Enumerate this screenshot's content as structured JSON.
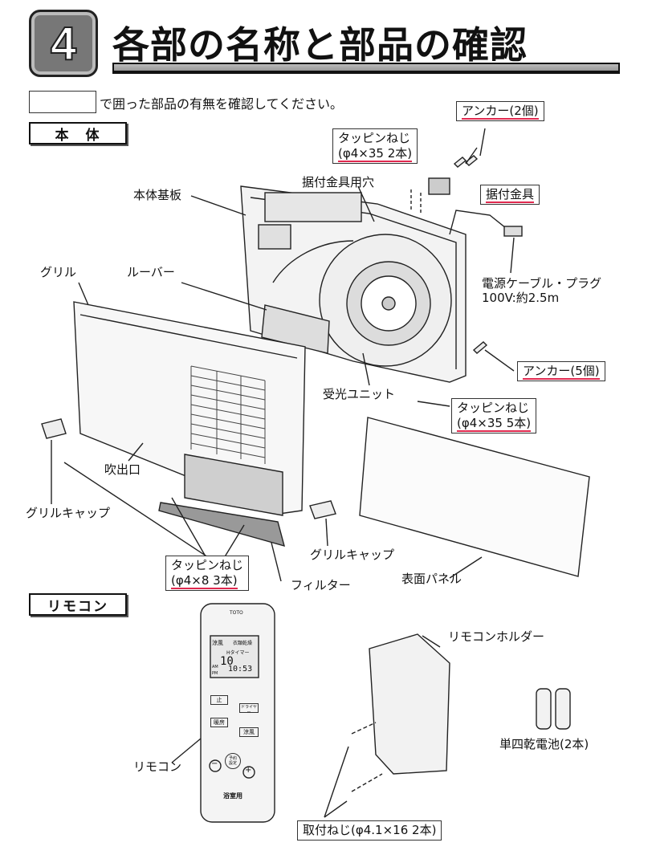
{
  "header": {
    "step_number": "4",
    "title": "各部の名称と部品の確認"
  },
  "intro": "で囲った部品の有無を確認してください。",
  "sections": {
    "body": "本　体",
    "remote": "リモコン"
  },
  "labels": {
    "anchor_2": "アンカー(2個)",
    "tapping_screw_a_line1": "タッピンねじ",
    "tapping_screw_a_line2": "(φ4×35 2本)",
    "mount_hole": "据付金具用穴",
    "mount_bracket": "据付金具",
    "base_plate": "本体基板",
    "grille": "グリル",
    "louver": "ルーバー",
    "power_cable_line1": "電源ケーブル・プラグ",
    "power_cable_line2": "100V:約2.5m",
    "anchor_5": "アンカー(5個)",
    "receiver_unit": "受光ユニット",
    "tapping_screw_b_line1": "タッピンねじ",
    "tapping_screw_b_line2": "(φ4×35 5本)",
    "outlet": "吹出口",
    "grille_cap_left": "グリルキャップ",
    "grille_cap_right": "グリルキャップ",
    "tapping_screw_c_line1": "タッピンねじ",
    "tapping_screw_c_line2": "(φ4×8 3本)",
    "filter": "フィルター",
    "front_panel": "表面パネル",
    "remote_holder": "リモコンホルダー",
    "remote": "リモコン",
    "battery": "単四乾電池(2本)",
    "mount_screw": "取付ねじ(φ4.1×16 2本)"
  },
  "remote_display": {
    "brand": "TOTO",
    "mode_cool": "涼風",
    "mode_dry": "衣類乾燥",
    "timer_label": "Hタイマー",
    "timer_value": "10",
    "clock": "10:53",
    "am": "AM",
    "pm": "PM",
    "btn_stop": "止",
    "btn_dryer": "ドライヤー",
    "btn_heat": "暖房",
    "btn_cool": "涼風",
    "btn_timer": "予約\n設定",
    "minus": "−",
    "plus": "+",
    "bottom_logo": "浴室用"
  }
}
